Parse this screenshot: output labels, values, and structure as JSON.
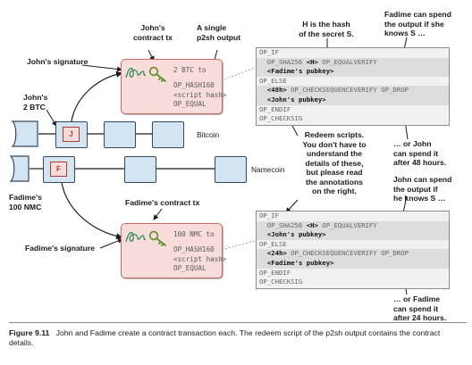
{
  "annotations": {
    "johns_contract_tx": [
      "John's",
      "contract tx"
    ],
    "single_p2sh": [
      "A single",
      "p2sh output"
    ],
    "johns_signature": "John's signature",
    "johns_2btc": [
      "John's",
      "2 BTC"
    ],
    "fadimes_100nmc": [
      "Fadime's",
      "100 NMC"
    ],
    "fadimes_contract_tx": "Fadime's contract tx",
    "fadimes_signature": "Fadime's signature",
    "h_hash": [
      "H is the hash",
      "of the secret S."
    ],
    "fadime_spend": [
      "Fadime can spend",
      "the output if she",
      "knows S …"
    ],
    "john_48": [
      "… or John",
      "can spend it",
      "after 48 hours."
    ],
    "redeem_note": [
      "Redeem scripts.",
      "You don't have to",
      "understand the",
      "details of these,",
      "but please read",
      "the annotations",
      "on the right."
    ],
    "john_spend": [
      "John can spend",
      "the output if",
      "he knows S …"
    ],
    "fadime_24": [
      "… or Fadime",
      "can spend it",
      "after 24 hours."
    ]
  },
  "john_tx": {
    "amount": "2 BTC to",
    "lines": [
      "OP_HASH160",
      "<script hash>",
      "OP_EQUAL"
    ]
  },
  "fadime_tx": {
    "amount": "100 NMC to",
    "lines": [
      "OP_HASH160",
      "<script hash>",
      "OP_EQUAL"
    ]
  },
  "chains": {
    "bitcoin": "Bitcoin",
    "namecoin": "Namecoin",
    "john_coin": "J",
    "fadime_coin": "F"
  },
  "script_top": [
    [
      "OP_IF",
      ""
    ],
    [
      "  OP_SHA256 ",
      "<H>",
      " OP_EQUALVERIFY"
    ],
    [
      "  ",
      "<Fadime's pubkey>",
      ""
    ],
    [
      "OP_ELSE",
      ""
    ],
    [
      "  ",
      "<48h>",
      " OP_CHECKSEQUENCEVERIFY OP_DROP"
    ],
    [
      "  ",
      "<John's pubkey>",
      ""
    ],
    [
      "OP_ENDIF",
      ""
    ],
    [
      "OP_CHECKSIG",
      ""
    ]
  ],
  "script_bottom": [
    [
      "OP_IF",
      ""
    ],
    [
      "  OP_SHA256 ",
      "<H>",
      " OP_EQUALVERIFY"
    ],
    [
      "  ",
      "<John's pubkey>",
      ""
    ],
    [
      "OP_ELSE",
      ""
    ],
    [
      "  ",
      "<24h>",
      " OP_CHECKSEQUENCEVERIFY OP_DROP"
    ],
    [
      "  ",
      "<Fadime's pubkey>",
      ""
    ],
    [
      "OP_ENDIF",
      ""
    ],
    [
      "OP_CHECKSIG",
      ""
    ]
  ],
  "caption": {
    "label": "Figure 9.11",
    "text": "John and Fadime create a contract transaction each. The redeem script of the p2sh output contains the contract details."
  },
  "colors": {
    "tx_fill": "#f7dcd9",
    "tx_border": "#c96a64",
    "block_fill": "#d3e4f3",
    "signature_green": "#2e8b57",
    "key_green": "#5a8f29"
  }
}
